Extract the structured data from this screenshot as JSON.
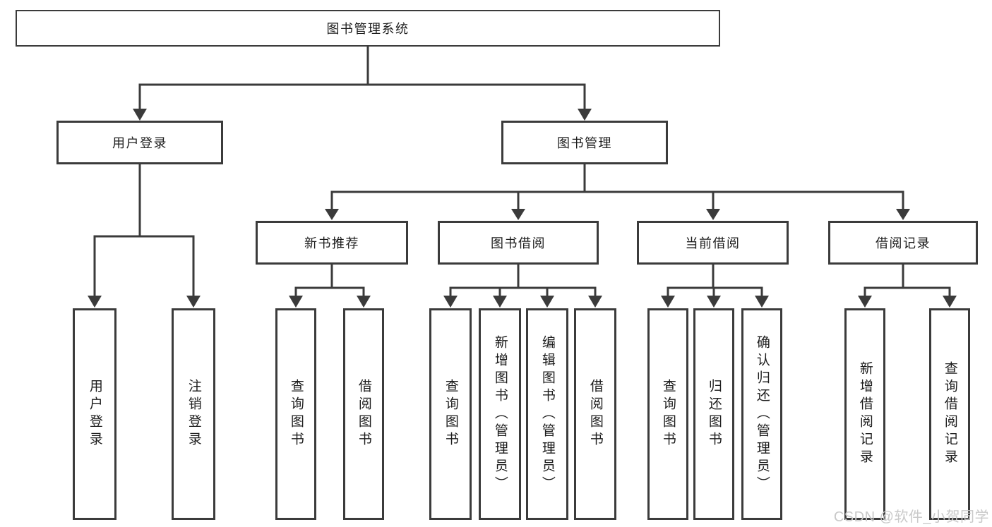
{
  "diagram": {
    "root": {
      "label": "图书管理系统"
    },
    "login": {
      "label": "用户登录",
      "children": [
        {
          "label": "用户登录"
        },
        {
          "label": "注销登录"
        }
      ]
    },
    "management": {
      "label": "图书管理",
      "modules": [
        {
          "label": "新书推荐",
          "children": [
            {
              "label": "查询图书"
            },
            {
              "label": "借阅图书"
            }
          ]
        },
        {
          "label": "图书借阅",
          "children": [
            {
              "label": "查询图书"
            },
            {
              "label": "新增图书（管理员）"
            },
            {
              "label": "编辑图书（管理员）"
            },
            {
              "label": "借阅图书"
            }
          ]
        },
        {
          "label": "当前借阅",
          "children": [
            {
              "label": "查询图书"
            },
            {
              "label": "归还图书"
            },
            {
              "label": "确认归还（管理员）"
            }
          ]
        },
        {
          "label": "借阅记录",
          "children": [
            {
              "label": "新增借阅记录"
            },
            {
              "label": "查询借阅记录"
            }
          ]
        }
      ]
    }
  },
  "watermark": {
    "text": "CSDN @软件_小贺同学"
  },
  "colors": {
    "line": "#3b3b3b",
    "text": "#1c1c1c",
    "watermark": "#c9c9c9",
    "background": "#ffffff"
  }
}
